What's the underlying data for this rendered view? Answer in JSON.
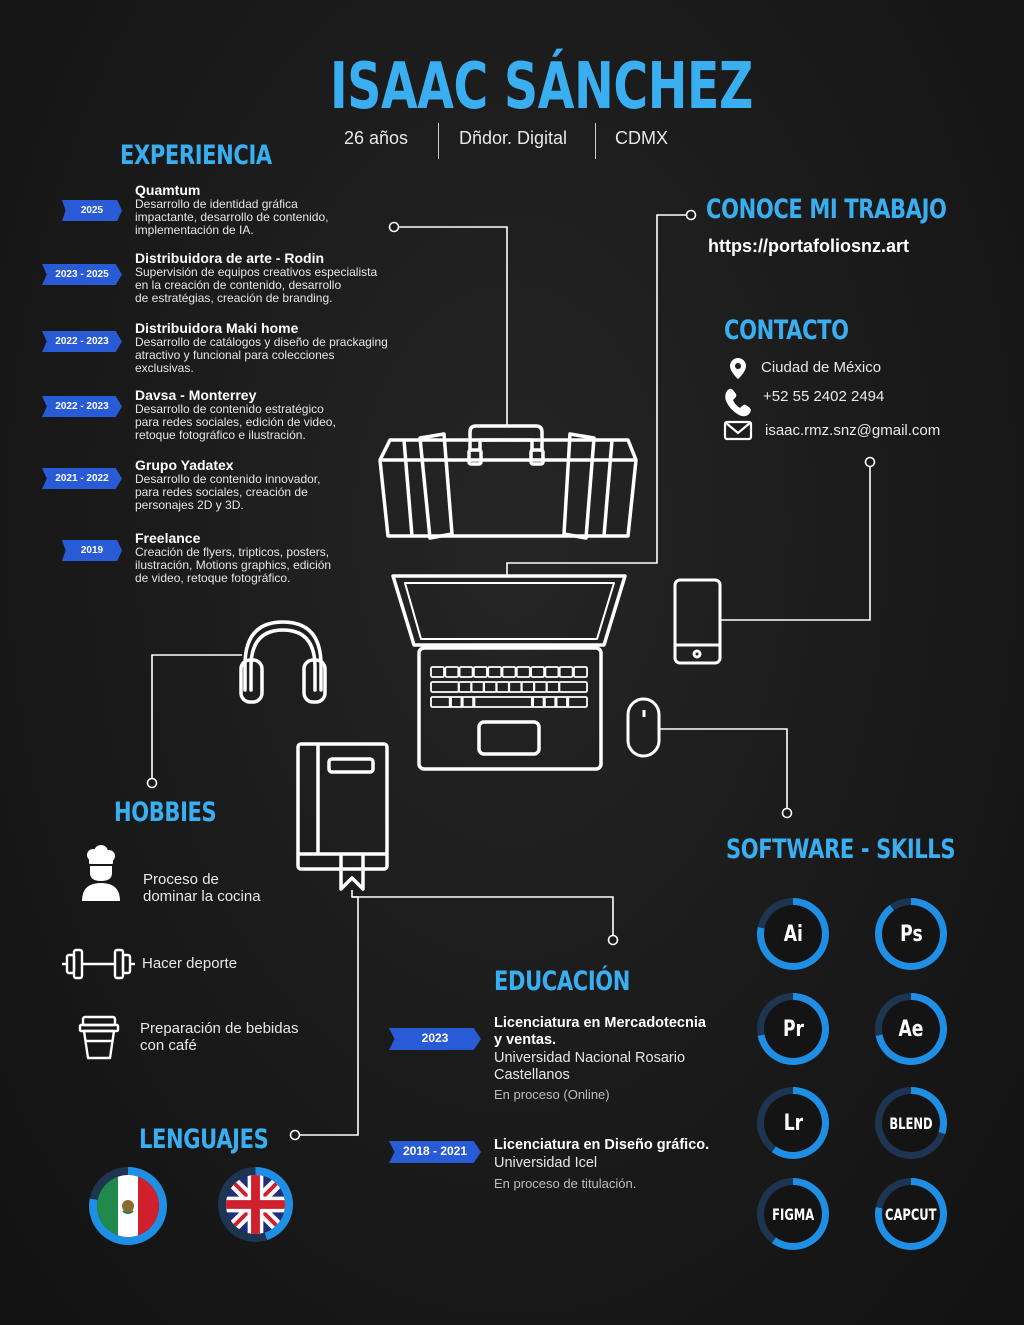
{
  "header": {
    "name": "ISAAC SÁNCHEZ",
    "age": "26 años",
    "role": "Dñdor. Digital",
    "city": "CDMX"
  },
  "experience": {
    "title": "EXPERIENCIA",
    "jobs": [
      {
        "year": "2025",
        "title": "Quamtum",
        "desc": "Desarrollo de identidad gráfica\nimpactante, desarrollo de contenido,\nimplementación de IA."
      },
      {
        "year": "2023 - 2025",
        "title": "Distribuidora de arte - Rodin",
        "desc": "Supervisión de equipos creativos especialista\nen la creación de contenido, desarrollo\nde estratégias, creación de branding."
      },
      {
        "year": "2022 - 2023",
        "title": "Distribuidora Maki home",
        "desc": "Desarrollo de catálogos y diseño de prackaging\natractivo y funcional para colecciones\nexclusivas."
      },
      {
        "year": "2022 - 2023",
        "title": "Davsa - Monterrey",
        "desc": "Desarrollo de contenido estratégico\npara redes sociales, edición de video,\nretoque fotográfico e ilustración."
      },
      {
        "year": "2021 - 2022",
        "title": "Grupo Yadatex",
        "desc": "Desarrollo de contenido innovador,\npara redes sociales, creación de\npersonajes 2D y 3D."
      },
      {
        "year": "2019",
        "title": "Freelance",
        "desc": "Creación de flyers, tripticos, posters,\nilustración, Motions graphics, edición\nde video, retoque fotográfico."
      }
    ]
  },
  "portfolio": {
    "title": "CONOCE MI TRABAJO",
    "url": "https://portafoliosnz.art"
  },
  "contact": {
    "title": "CONTACTO",
    "location": "Ciudad de México",
    "phone": "+52 55 2402 2494",
    "email": "isaac.rmz.snz@gmail.com"
  },
  "hobbies": {
    "title": "HOBBIES",
    "items": [
      {
        "icon": "chef-icon",
        "label": "Proceso de\ndominar la cocina"
      },
      {
        "icon": "dumbbell-icon",
        "label": "Hacer deporte"
      },
      {
        "icon": "coffee-cup-icon",
        "label": "Preparación de bebidas\ncon café"
      }
    ]
  },
  "education": {
    "title": "EDUCACIÓN",
    "items": [
      {
        "year": "2023",
        "title": "Licenciatura en Mercadotecnia\ny ventas.",
        "school": "Universidad Nacional Rosario\nCastellanos",
        "note": "En proceso (Online)"
      },
      {
        "year": "2018 - 2021",
        "title": "Licenciatura en Diseño gráfico.",
        "school": "Universidad Icel",
        "note": "En proceso de titulación."
      }
    ]
  },
  "languages": {
    "title": "LENGUAJES",
    "items": [
      {
        "flag": "mexico-flag-icon",
        "level": 0.78
      },
      {
        "flag": "uk-flag-icon",
        "level": 0.45
      }
    ]
  },
  "skills": {
    "title": "SOFTWARE - SKILLS",
    "items": [
      {
        "label": "Ai",
        "level": 0.78
      },
      {
        "label": "Ps",
        "level": 0.9
      },
      {
        "label": "Pr",
        "level": 0.72
      },
      {
        "label": "Ae",
        "level": 0.72
      },
      {
        "label": "Lr",
        "level": 0.6
      },
      {
        "label": "BLEND",
        "level": 0.3
      },
      {
        "label": "FIGMA",
        "level": 0.6
      },
      {
        "label": "CAPCUT",
        "level": 0.78
      }
    ]
  },
  "colors": {
    "accent": "#39aef0",
    "ribbon": "#2a5bd6",
    "ring": "#1f8fe6",
    "ring_bg": "#1d3550",
    "background": "#161616"
  }
}
